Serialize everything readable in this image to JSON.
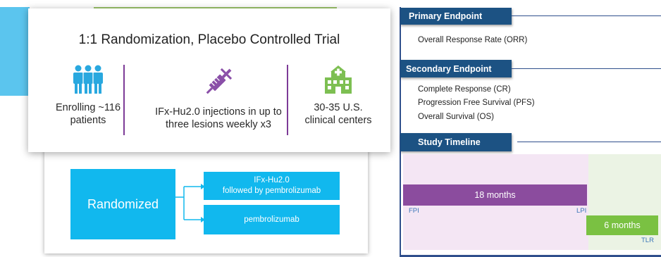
{
  "trial": {
    "title": "1:1 Randomization, Placebo Controlled Trial",
    "columns": [
      {
        "icon": "people-icon",
        "text_line1": "Enrolling ~116",
        "text_line2": "patients"
      },
      {
        "icon": "syringe-icon",
        "text_line1": "IFx-Hu2.0 injections in up to",
        "text_line2": "three lesions weekly x3"
      },
      {
        "icon": "hospital-icon",
        "text_line1": "30-35 U.S.",
        "text_line2": "clinical centers"
      }
    ]
  },
  "flow": {
    "randomized_label": "Randomized",
    "arm1_line1": "IFx-Hu2.0",
    "arm1_line2": "followed by pembrolizumab",
    "arm2_label": "pembrolizumab"
  },
  "primary": {
    "header": "Primary Endpoint",
    "items": [
      "Overall Response Rate (ORR)"
    ]
  },
  "secondary": {
    "header": "Secondary Endpoint",
    "items": [
      "Complete Response (CR)",
      "Progression Free Survival (PFS)",
      "Overall Survival (OS)"
    ]
  },
  "timeline": {
    "header": "Study Timeline",
    "phase1_label": "18 months",
    "phase2_label": "6 months",
    "start_marker": "FPI",
    "mid_marker": "LPI",
    "end_marker": "TLR"
  },
  "colors": {
    "cyan": "#11b8ee",
    "purple": "#8b4c9e",
    "green": "#7ac142",
    "navy": "#1c5283",
    "icon_teal": "#29a8df",
    "icon_purple": "#8a4fa8",
    "icon_green": "#7dbf52"
  }
}
